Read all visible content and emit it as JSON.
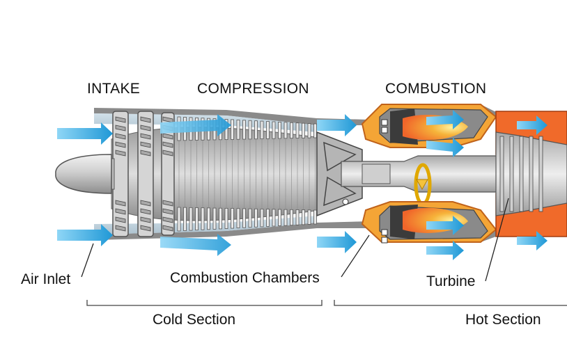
{
  "stages": {
    "intake": "INTAKE",
    "compression": "COMPRESSION",
    "combustion": "COMBUSTION"
  },
  "callouts": {
    "air_inlet": "Air Inlet",
    "combustion_chambers": "Combustion Chambers",
    "turbine": "Turbine"
  },
  "sections": {
    "cold": "Cold Section",
    "hot": "Hot Section"
  },
  "colors": {
    "casing": "#8a8a8a",
    "compressor_gray": "#b9b9b9",
    "blade_dark": "#555555",
    "air_blue": "#2fa8e0",
    "hot_orange": "#f06a2a",
    "flame_yellow": "#f4c23c",
    "line": "#222222"
  }
}
